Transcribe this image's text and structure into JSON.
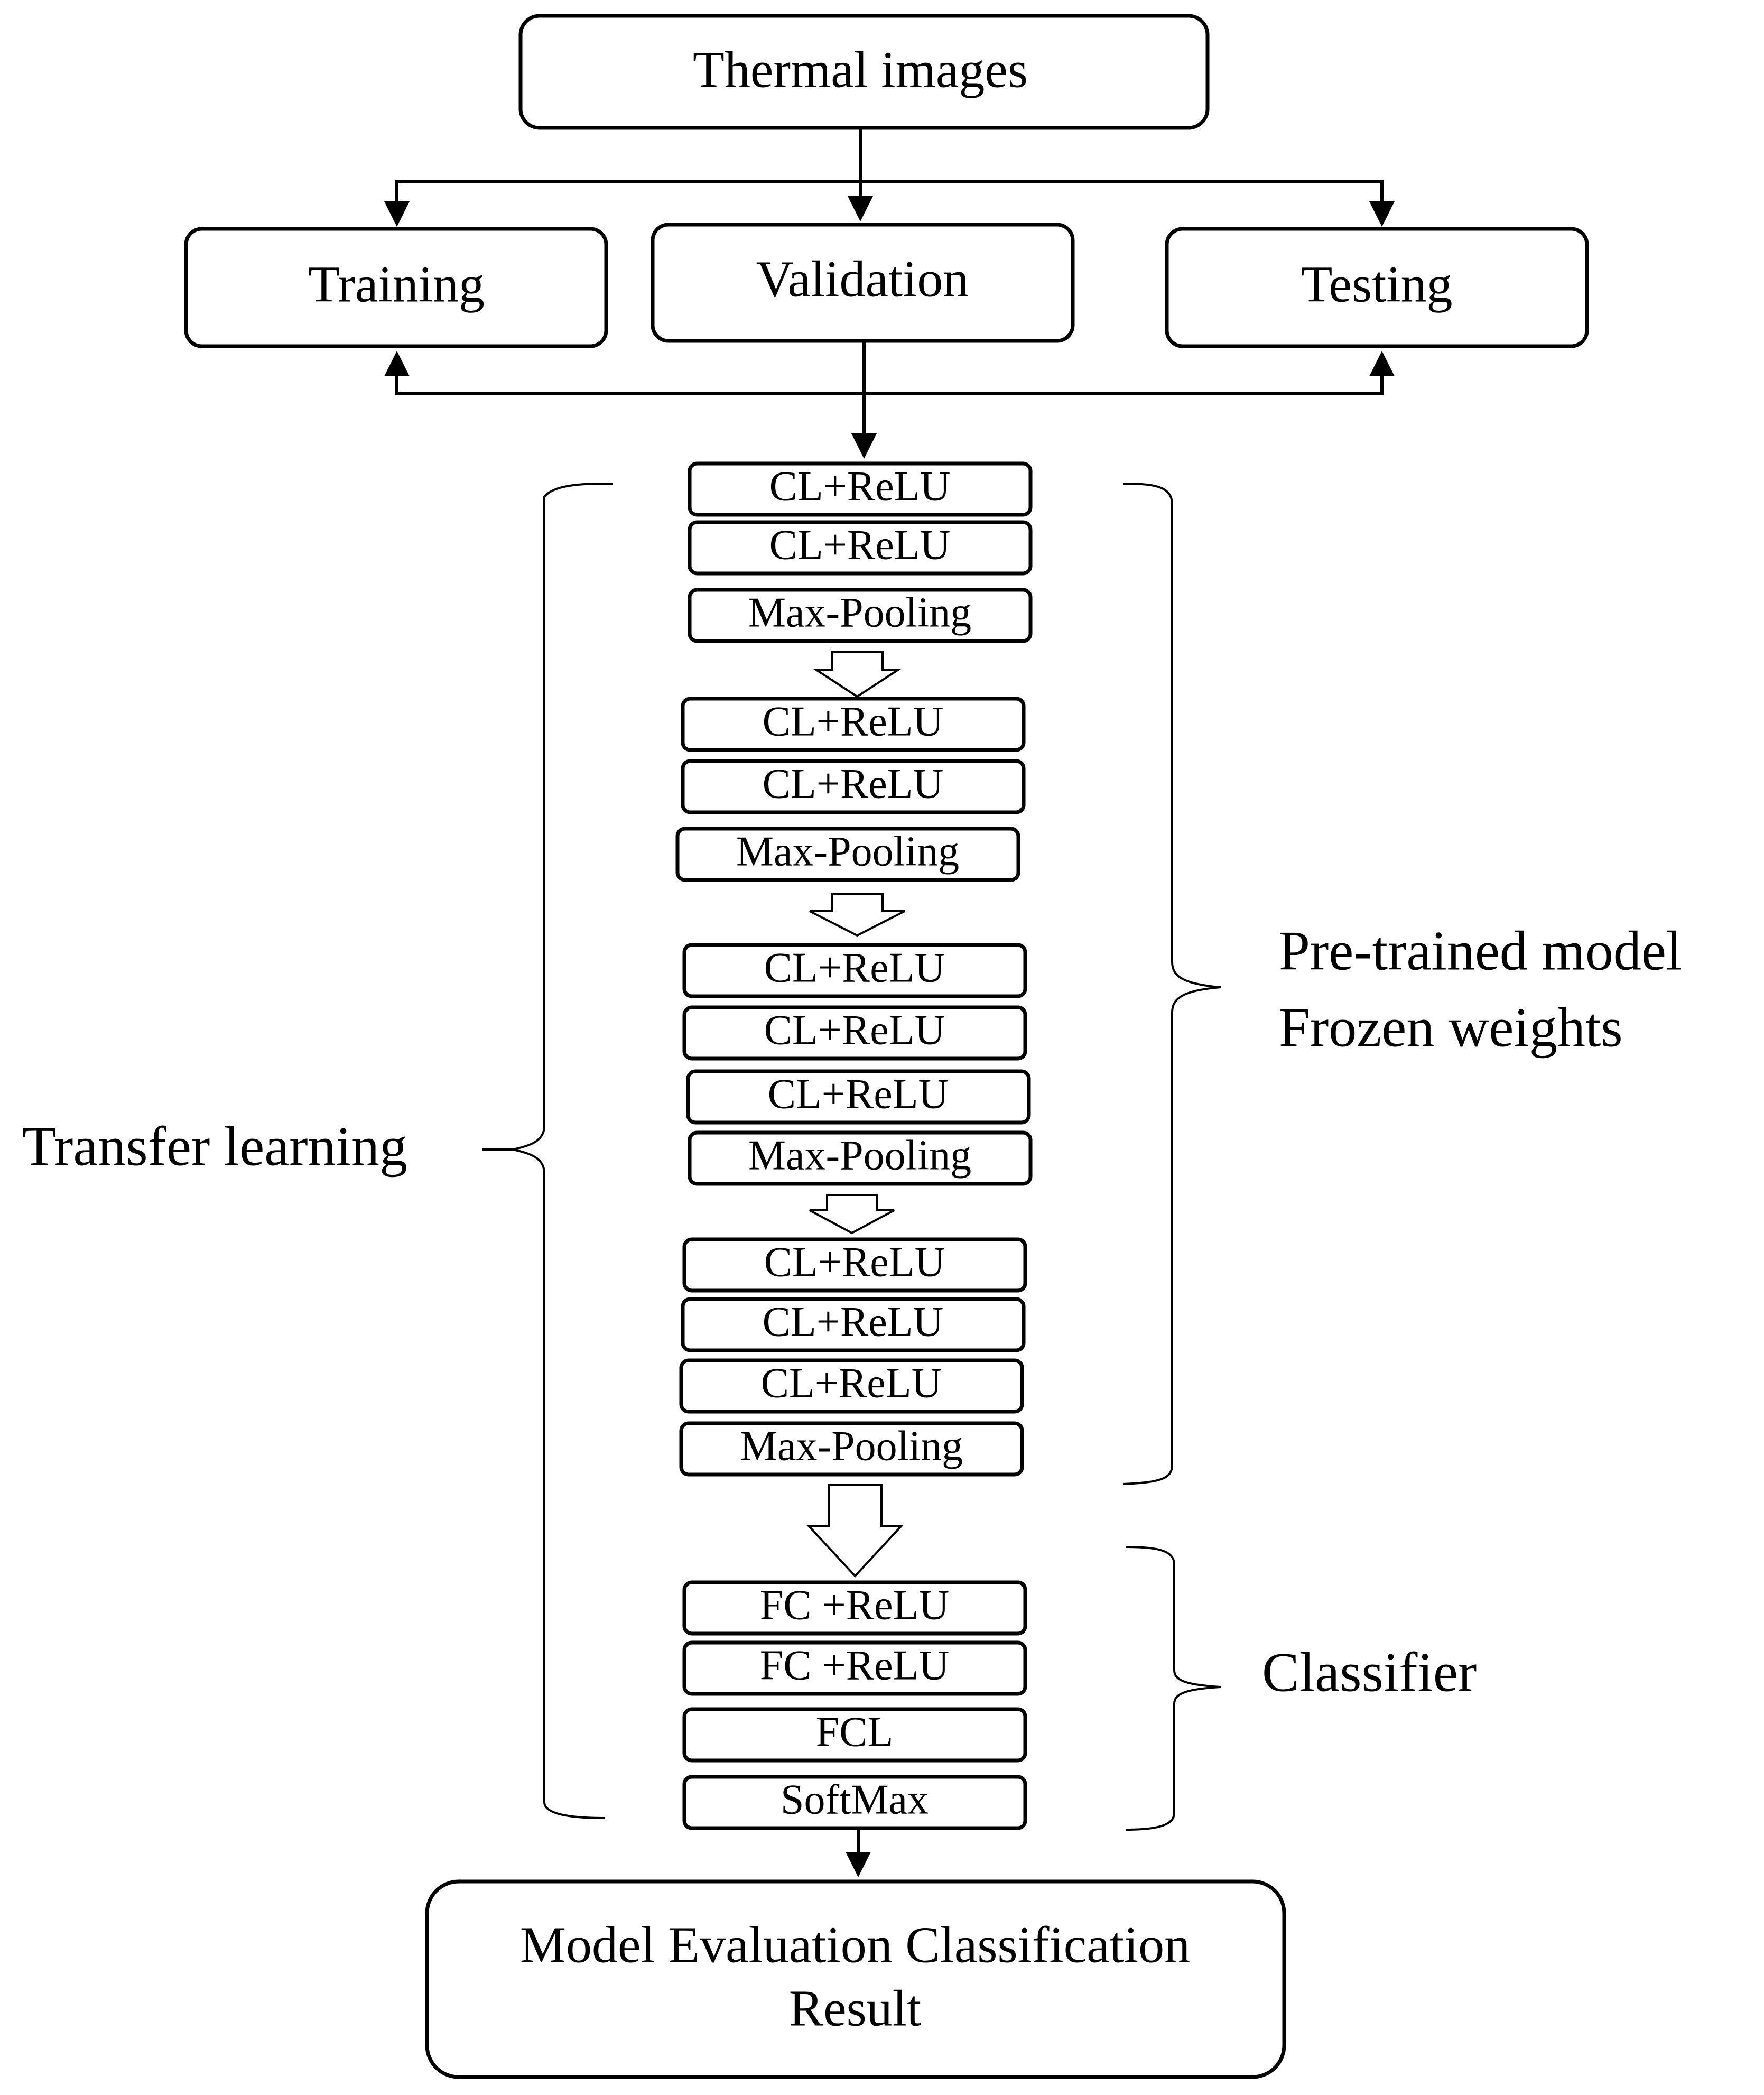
{
  "top_input": "Thermal images",
  "splits": {
    "training": "Training",
    "validation": "Validation",
    "testing": "Testing"
  },
  "block1": [
    "CL+ReLU",
    "CL+ReLU",
    "Max-Pooling"
  ],
  "block2": [
    "CL+ReLU",
    "CL+ReLU",
    "Max-Pooling"
  ],
  "block3": [
    "CL+ReLU",
    "CL+ReLU",
    "CL+ReLU",
    "Max-Pooling"
  ],
  "block4": [
    "CL+ReLU",
    "CL+ReLU",
    "CL+ReLU",
    "Max-Pooling"
  ],
  "classifier_layers": [
    "FC +ReLU",
    "FC +ReLU",
    "FCL",
    "SoftMax"
  ],
  "labels": {
    "transfer_learning": "Transfer  learning",
    "pretrained_line1": "Pre-trained  model",
    "pretrained_line2": "Frozen  weights",
    "classifier": "Classifier"
  },
  "output": {
    "line1": "Model Evaluation  Classification",
    "line2": "Result"
  }
}
